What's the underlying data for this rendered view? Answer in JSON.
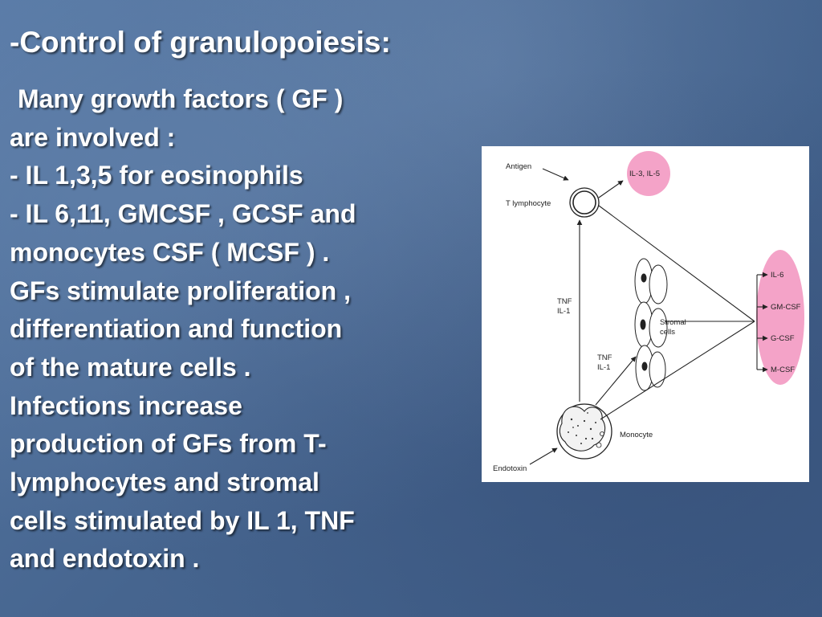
{
  "slide": {
    "title": "-Control of granulopoiesis:",
    "body_lines": [
      "Many growth factors ( GF )",
      "are involved :",
      "- IL  1,3,5  for eosinophils",
      "- IL  6,11,  GMCSF , GCSF and",
      "monocytes CSF ( MCSF ) .",
      "GFs stimulate proliferation ,",
      "differentiation and function",
      "of the mature cells .",
      "Infections increase",
      "production of  GFs from T-",
      "lymphocytes and stromal",
      "cells stimulated by IL 1, TNF",
      "and endotoxin ."
    ]
  },
  "figure": {
    "labels": {
      "antigen": "Antigen",
      "t_lymphocyte": "T lymphocyte",
      "il3_il5": "IL-3, IL-5",
      "tnf_il1_left_1": "TNF",
      "tnf_il1_left_2": "IL-1",
      "tnf_il1_mid_1": "TNF",
      "tnf_il1_mid_2": "IL-1",
      "stromal_1": "Stromal",
      "stromal_2": "cells",
      "monocyte": "Monocyte",
      "endotoxin": "Endotoxin",
      "il6": "IL-6",
      "gm_csf": "GM-CSF",
      "g_csf": "G-CSF",
      "m_csf": "M-CSF"
    },
    "colors": {
      "highlight": "#f4a3c8",
      "line": "#222222"
    }
  }
}
